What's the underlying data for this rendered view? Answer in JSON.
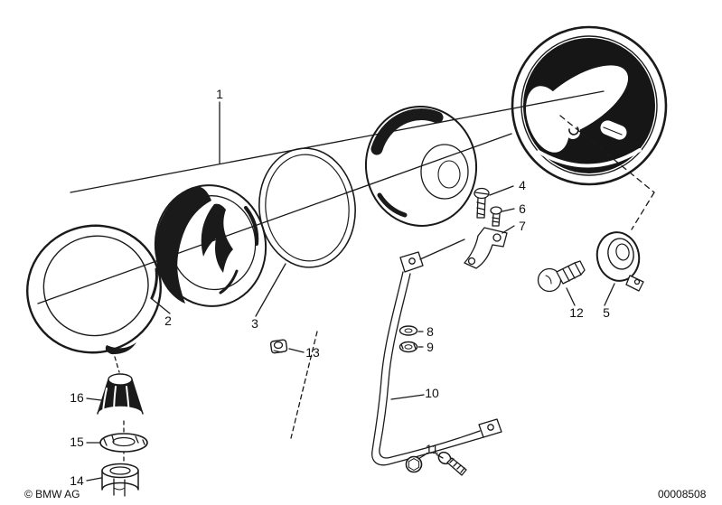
{
  "colors": {
    "background": "#ffffff",
    "ink": "#1a1a1a"
  },
  "parts": [
    {
      "label": "1"
    },
    {
      "label": "2"
    },
    {
      "label": "3"
    },
    {
      "label": "4"
    },
    {
      "label": "5"
    },
    {
      "label": "6"
    },
    {
      "label": "7"
    },
    {
      "label": "8"
    },
    {
      "label": "9"
    },
    {
      "label": "10"
    },
    {
      "label": "11"
    },
    {
      "label": "12"
    },
    {
      "label": "13"
    },
    {
      "label": "14"
    },
    {
      "label": "15"
    },
    {
      "label": "16"
    }
  ],
  "footer": {
    "copyright": "© BMW AG",
    "document_number": "00008508"
  }
}
